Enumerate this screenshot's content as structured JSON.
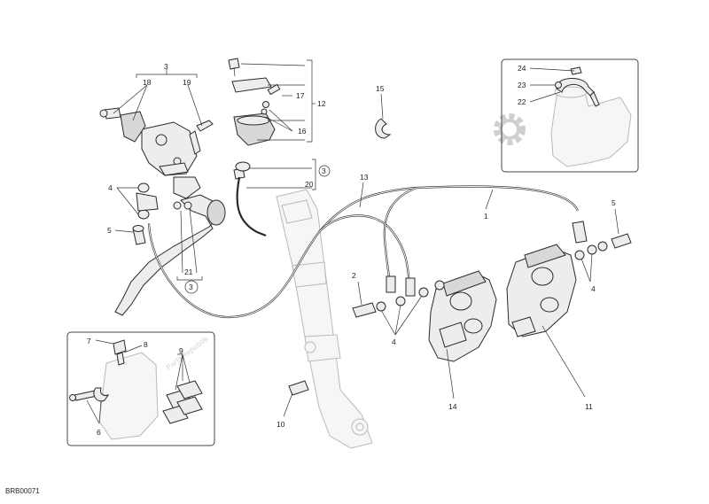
{
  "watermark": {
    "text": "PartsRepublik"
  },
  "diagram_code": "BRB00071",
  "callouts": {
    "c1": "1",
    "c2": "2",
    "c3_top": "3",
    "c3_circle_a": "3",
    "c3_circle_b": "3",
    "c4_left": "4",
    "c4_mid": "4",
    "c4_right": "4",
    "c5_left": "5",
    "c5_right": "5",
    "c6": "6",
    "c7": "7",
    "c8": "8",
    "c9": "9",
    "c10": "10",
    "c11": "11",
    "c12": "12",
    "c13": "13",
    "c14": "14",
    "c15": "15",
    "c16": "16",
    "c17": "17",
    "c18": "18",
    "c19": "19",
    "c20": "20",
    "c21": "21",
    "c22": "22",
    "c23": "23",
    "c24": "24"
  }
}
